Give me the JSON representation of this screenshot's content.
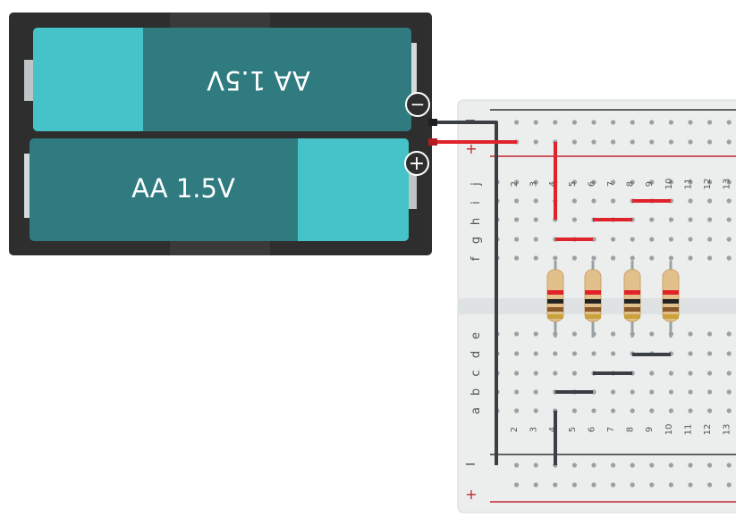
{
  "battery_pack": {
    "top_cell_label": "AA 1.5V",
    "bottom_cell_label": "AA 1.5V",
    "minus_terminal": "−",
    "plus_terminal": "+"
  },
  "breadboard": {
    "rail_minus": "−",
    "rail_plus": "+",
    "row_letters_top": [
      "j",
      "i",
      "h",
      "g",
      "f"
    ],
    "row_letters_bottom": [
      "e",
      "d",
      "c",
      "b",
      "a"
    ],
    "column_numbers": [
      "2",
      "3",
      "4",
      "5",
      "6",
      "7",
      "8",
      "9",
      "10",
      "11",
      "12",
      "13"
    ]
  },
  "colors": {
    "battery_body": "#2e2e2e",
    "cell_dark": "#2f7b80",
    "cell_light": "#46c3c8",
    "wire_red": "#e0232b",
    "wire_black": "#3a3f44",
    "board": "#eceeee",
    "rail_red": "#c0272d",
    "rail_black": "#333333",
    "resistor_body": "#e2c08b"
  },
  "resistors": [
    {
      "bands": [
        "#e0232b",
        "#222222",
        "#8a5a2b",
        "#c9a23b"
      ]
    },
    {
      "bands": [
        "#e0232b",
        "#222222",
        "#8a5a2b",
        "#c9a23b"
      ]
    },
    {
      "bands": [
        "#e0232b",
        "#222222",
        "#8a5a2b",
        "#c9a23b"
      ]
    },
    {
      "bands": [
        "#e0232b",
        "#222222",
        "#8a5a2b",
        "#c9a23b"
      ]
    }
  ]
}
